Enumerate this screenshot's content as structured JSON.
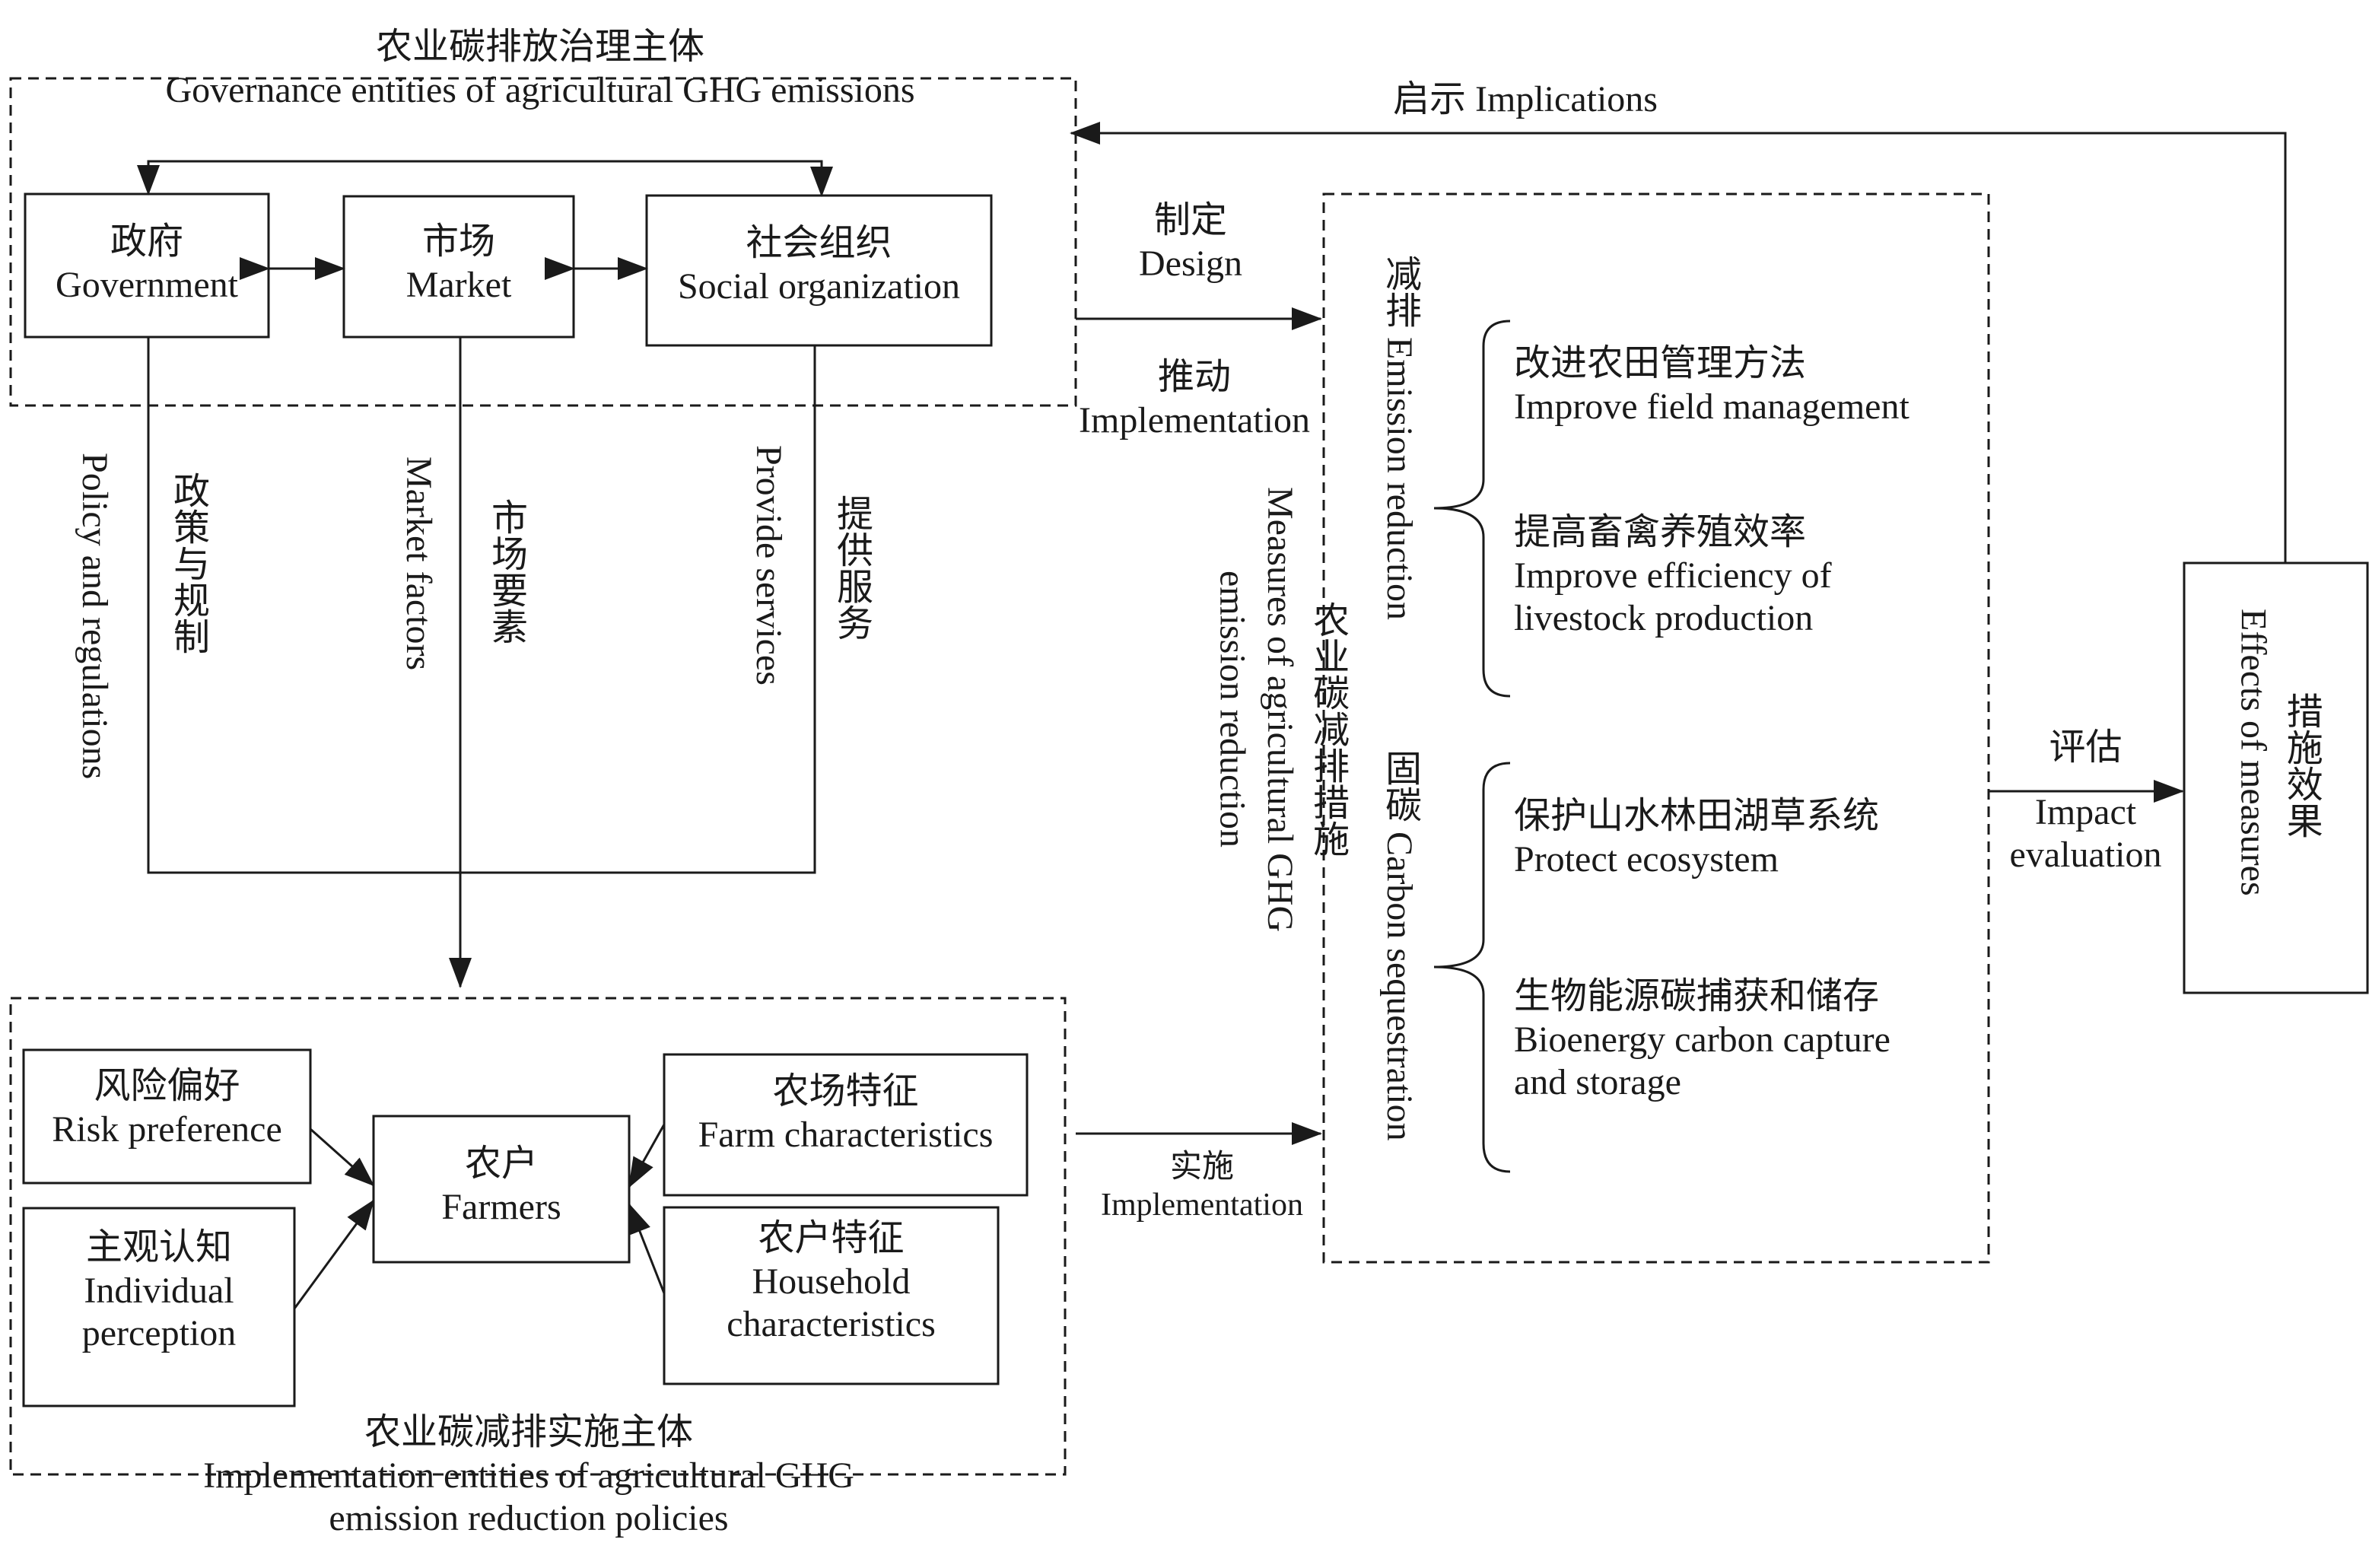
{
  "governance": {
    "title_cn": "农业碳排放治理主体",
    "title_en": "Governance entities of agricultural GHG emissions",
    "government": {
      "cn": "政府",
      "en": "Government"
    },
    "market": {
      "cn": "市场",
      "en": "Market"
    },
    "social": {
      "cn": "社会组织",
      "en": "Social organization"
    }
  },
  "channels": {
    "policy_en": "Policy and regulations",
    "policy_cn": "政策与规制",
    "market_en": "Market factors",
    "market_cn": "市场要素",
    "services_en": "Provide services",
    "services_cn": "提供服务"
  },
  "implementation": {
    "title_cn": "农业碳减排实施主体",
    "title_en_1": "Implementation entities of agricultural GHG",
    "title_en_2": "emission reduction policies",
    "farmers": {
      "cn": "农户",
      "en": "Farmers"
    },
    "risk": {
      "cn": "风险偏好",
      "en": "Risk preference"
    },
    "perception": {
      "cn": "主观认知",
      "en_1": "Individual",
      "en_2": "perception"
    },
    "farm": {
      "cn": "农场特征",
      "en": "Farm characteristics"
    },
    "household": {
      "cn": "农户特征",
      "en_1": "Household",
      "en_2": "characteristics"
    }
  },
  "links": {
    "design_cn": "制定",
    "design_en": "Design",
    "push_cn": "推动",
    "push_en": "Implementation",
    "impl_cn": "实施",
    "impl_en": "Implementation",
    "implications": "启示 Implications",
    "eval_cn": "评估",
    "eval_en_1": "Impact",
    "eval_en_2": "evaluation"
  },
  "measures": {
    "title_cn": "农业碳减排措施",
    "title_en_1": "Measures of agricultural GHG",
    "title_en_2": "emission reduction",
    "reduction_label": "减排 Emission reduction",
    "sequestration_label": "固碳 Carbon sequestration",
    "field_cn": "改进农田管理方法",
    "field_en": "Improve field management",
    "livestock_cn": "提高畜禽养殖效率",
    "livestock_en_1": "Improve efficiency of",
    "livestock_en_2": "livestock production",
    "eco_cn": "保护山水林田湖草系统",
    "eco_en": "Protect ecosystem",
    "bio_cn": "生物能源碳捕获和储存",
    "bio_en_1": "Bioenergy carbon capture",
    "bio_en_2": "and storage"
  },
  "effects": {
    "cn": "措施效果",
    "en": "Effects of measures"
  }
}
